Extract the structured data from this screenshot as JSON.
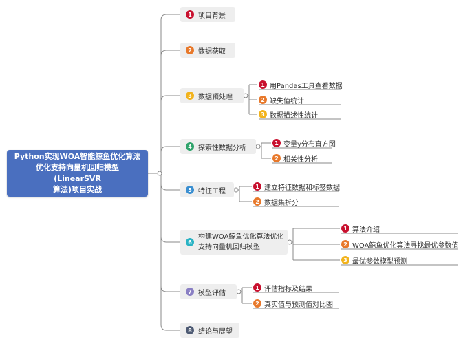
{
  "root": {
    "title": "Python实现WOA智能鲸鱼优化算法\n优化支持向量机回归模型(LinearSVR\n算法)项目实战"
  },
  "colors": {
    "1": "#c8102e",
    "2": "#e8782a",
    "3": "#f2b31c",
    "4": "#2fa36b",
    "5": "#3a8fd1",
    "6": "#2ab3c4",
    "7": "#8a7fc4",
    "8": "#4d5a73"
  },
  "topics": [
    {
      "num": "1",
      "label": "项目背景",
      "children": []
    },
    {
      "num": "2",
      "label": "数据获取",
      "children": []
    },
    {
      "num": "3",
      "label": "数据预处理",
      "children": [
        {
          "num": "1",
          "label": "用Pandas工具查看数据"
        },
        {
          "num": "2",
          "label": "缺失值统计"
        },
        {
          "num": "3",
          "label": "数据描述性统计"
        }
      ]
    },
    {
      "num": "4",
      "label": "探索性数据分析",
      "children": [
        {
          "num": "1",
          "label": "变量y分布直方图"
        },
        {
          "num": "2",
          "label": "相关性分析"
        }
      ]
    },
    {
      "num": "5",
      "label": "特征工程",
      "children": [
        {
          "num": "1",
          "label": "建立特征数据和标签数据"
        },
        {
          "num": "2",
          "label": "数据集拆分"
        }
      ]
    },
    {
      "num": "6",
      "label": "构建WOA鲸鱼优化算法优化支持向量机回归模型",
      "children": [
        {
          "num": "1",
          "label": "算法介绍"
        },
        {
          "num": "2",
          "label": "WOA鲸鱼优化算法寻找最优参数值"
        },
        {
          "num": "3",
          "label": "最优参数模型预测"
        }
      ]
    },
    {
      "num": "7",
      "label": "模型评估",
      "children": [
        {
          "num": "1",
          "label": "评估指标及结果"
        },
        {
          "num": "2",
          "label": "真实值与预测值对比图"
        }
      ]
    },
    {
      "num": "8",
      "label": "结论与展望",
      "children": []
    }
  ]
}
